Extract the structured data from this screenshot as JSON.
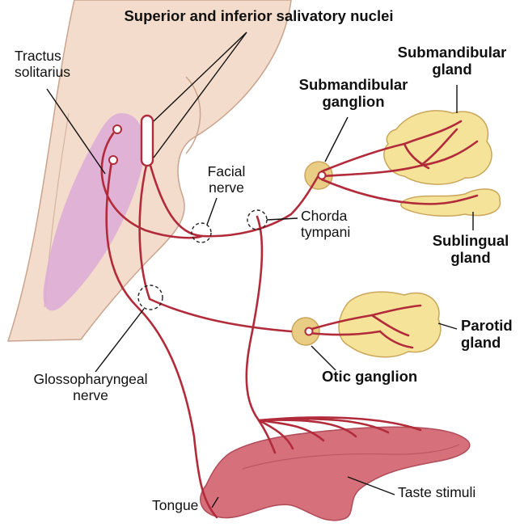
{
  "labels": {
    "nuclei": "Superior and inferior salivatory nuclei",
    "tractus": "Tractus\nsolitarius",
    "submand_ganglion": "Submandibular\nganglion",
    "submand_gland": "Submandibular\ngland",
    "facial": "Facial\nnerve",
    "chorda": "Chorda\ntympani",
    "sublingual": "Sublingual\ngland",
    "parotid": "Parotid\ngland",
    "otic": "Otic ganglion",
    "glosso": "Glossopharyngeal\nnerve",
    "tongue": "Tongue",
    "taste": "Taste stimuli"
  },
  "colors": {
    "nerve": "#b22b3a",
    "brainstem": "#f3dccb",
    "brainstem_outline": "#c9a48e",
    "nucleus_region": "#dcaad8",
    "gland": "#f6e39a",
    "gland_outline": "#c9a65a",
    "ganglion": "#e9cd84",
    "tongue": "#d6717c",
    "tongue_dark": "#b04c5a"
  }
}
